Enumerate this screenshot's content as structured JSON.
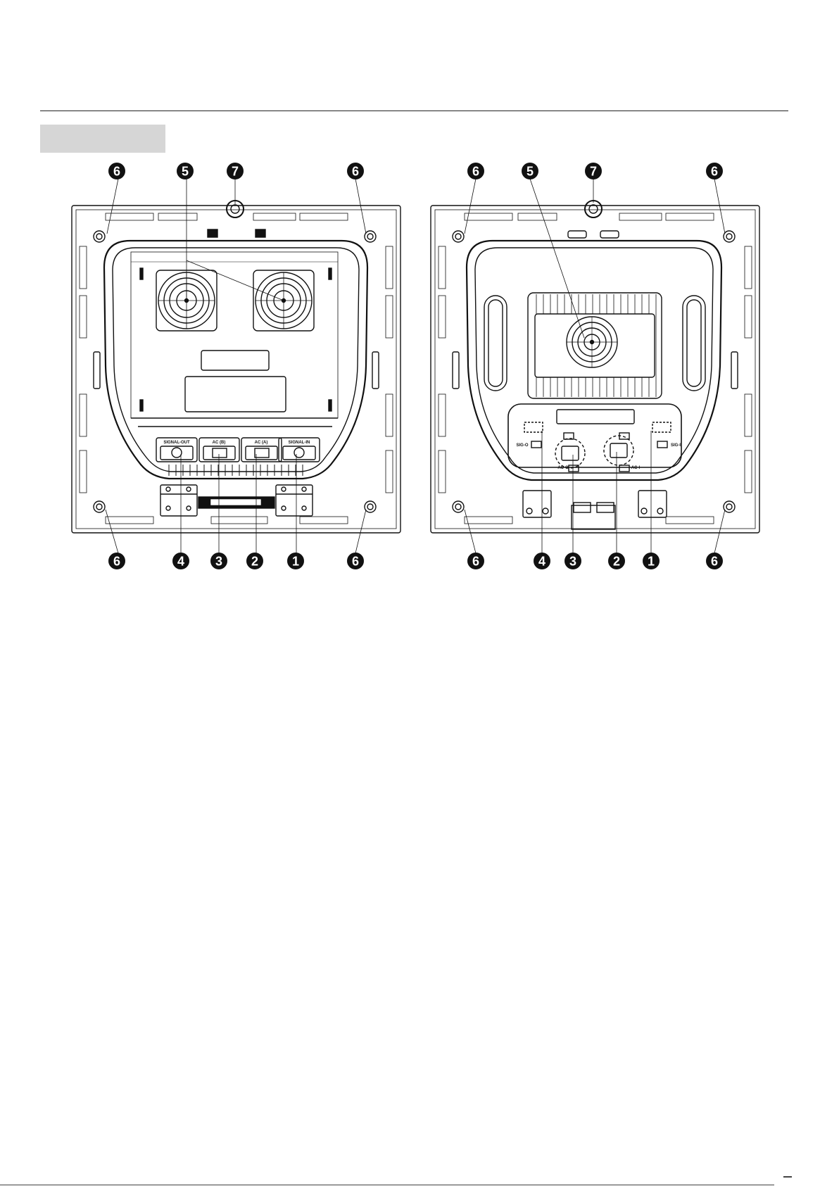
{
  "left_panel": {
    "ports": [
      {
        "id": 4,
        "label": "SIGNAL-OUT"
      },
      {
        "id": 3,
        "label": "AC (B)"
      },
      {
        "id": 2,
        "label": "AC (A)"
      },
      {
        "id": 1,
        "label": "SIGNAL-IN"
      }
    ]
  },
  "right_panel": {
    "ports": [
      {
        "id": 4,
        "label": "SIG-O"
      },
      {
        "id": 3,
        "label": "AC-O"
      },
      {
        "id": 2,
        "label": "AC-I"
      },
      {
        "id": 1,
        "label": "SIG-I"
      }
    ]
  },
  "callouts": {
    "left_top": [
      "6",
      "5",
      "7",
      "6"
    ],
    "left_bottom": [
      "6",
      "4",
      "3",
      "2",
      "1",
      "6"
    ],
    "right_top": [
      "6",
      "5",
      "7",
      "6"
    ],
    "right_bottom": [
      "6",
      "4",
      "3",
      "2",
      "1",
      "6"
    ]
  }
}
